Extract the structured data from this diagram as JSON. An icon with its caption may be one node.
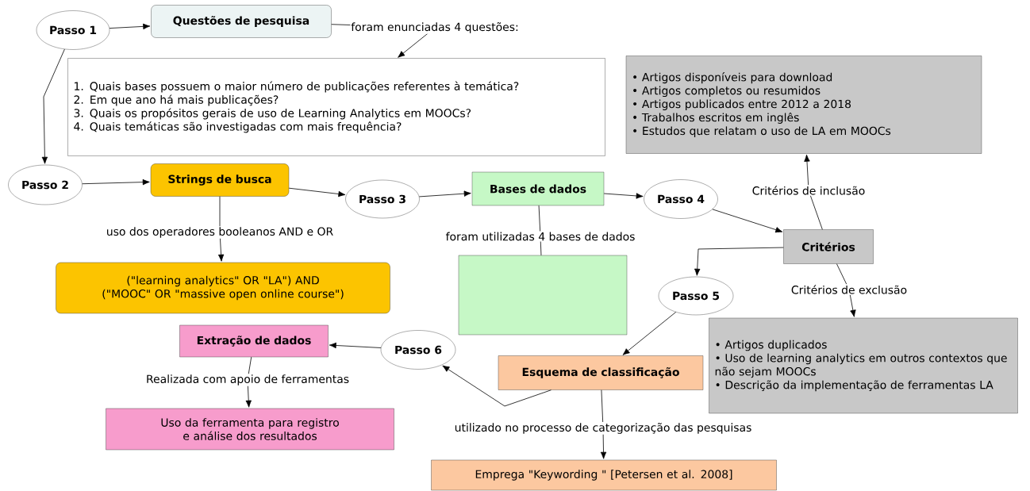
{
  "diagram": {
    "nodes": [
      {
        "text": [
          "Passo 1"
        ]
      },
      {
        "text": [
          "Questões de pesquisa"
        ]
      },
      {
        "text": [
          "1.  Quais bases possuem o maior número de publicações referentes à temática?",
          "2. Em que ano há mais publicações?",
          "3. Quais os propósitos gerais de uso de Learning Analytics em MOOCs?",
          "4. Quais temáticas são investigadas com mais frequência?"
        ]
      },
      {
        "text": [
          "Passo 2"
        ]
      },
      {
        "text": [
          "Strings de busca"
        ]
      },
      {
        "text": [
          "Passo 3"
        ]
      },
      {
        "text": [
          "Bases de dados"
        ]
      },
      {
        "text": [
          "Passo 4"
        ]
      },
      {
        "text": [
          "Critérios"
        ]
      },
      {
        "text": [
          "• Artigos disponíveis para download",
          "• Artigos completos ou resumidos",
          "• Artigos publicados entre 2012 a 2018",
          "• Trabalhos escritos em inglês",
          "• Estudos que relatam o uso de LA em MOOCs"
        ]
      },
      {
        "text": [
          "(\"learning analytics\" OR \"LA\")  AND (\"MOOC\" OR \"massive open online course\")"
        ]
      },
      {
        "text": [],
        "shape": "box"
      },
      {
        "text": [
          "Passo 5"
        ]
      },
      {
        "text": [
          "• Artigos duplicados",
          "• Uso de learning analytics em outros contextos que não sejam MOOCs",
          "• Descrição da implementação de ferramentas LA"
        ]
      },
      {
        "text": [
          "Esquema de classificação"
        ]
      },
      {
        "text": [
          "Passo 6"
        ]
      },
      {
        "text": [
          "Extração de dados"
        ]
      },
      {
        "text": [
          "Uso da ferramenta para registro e análise dos resultados"
        ]
      },
      {
        "text": [
          "Emprega \"Keywording \" [Petersen et al. 2008]"
        ]
      }
    ],
    "edges": [
      {
        "from": 0,
        "to": 1,
        "arrow": "to"
      },
      {
        "from": 0,
        "to": 3,
        "arrow": "to"
      },
      {
        "from": 1,
        "to": 2,
        "arrow": "to",
        "label": "foram enunciadas 4 questões:"
      },
      {
        "from": 3,
        "to": 4,
        "arrow": "to"
      },
      {
        "from": 4,
        "to": 5,
        "arrow": "to"
      },
      {
        "from": 5,
        "to": 6,
        "arrow": "to"
      },
      {
        "from": 4,
        "to": 10,
        "arrow": "to",
        "label": "uso dos operadores booleanos AND e OR"
      },
      {
        "from": 6,
        "to": 7,
        "arrow": "to"
      },
      {
        "from": 6,
        "to": 11,
        "arrow": "none",
        "label": "foram utilizadas 4 bases de dados"
      },
      {
        "from": 7,
        "to": 8,
        "arrow": "to"
      },
      {
        "from": 8,
        "to": 9,
        "arrow": "to",
        "label": "Critérios de inclusão"
      },
      {
        "from": 8,
        "to": 13,
        "arrow": "to",
        "label": "Critérios de exclusão"
      },
      {
        "from": 8,
        "to": 12,
        "arrow": "to"
      },
      {
        "from": 12,
        "to": 14,
        "arrow": "to"
      },
      {
        "from": 14,
        "to": 15,
        "arrow": "to"
      },
      {
        "from": 15,
        "to": 16,
        "arrow": "to"
      },
      {
        "from": 16,
        "to": 17,
        "arrow": "to",
        "label": "Realizada com apoio de ferramentas"
      },
      {
        "from": 14,
        "to": 18,
        "arrow": "to",
        "label": "utilizado no processo de categorização das pesquisas"
      }
    ]
  }
}
